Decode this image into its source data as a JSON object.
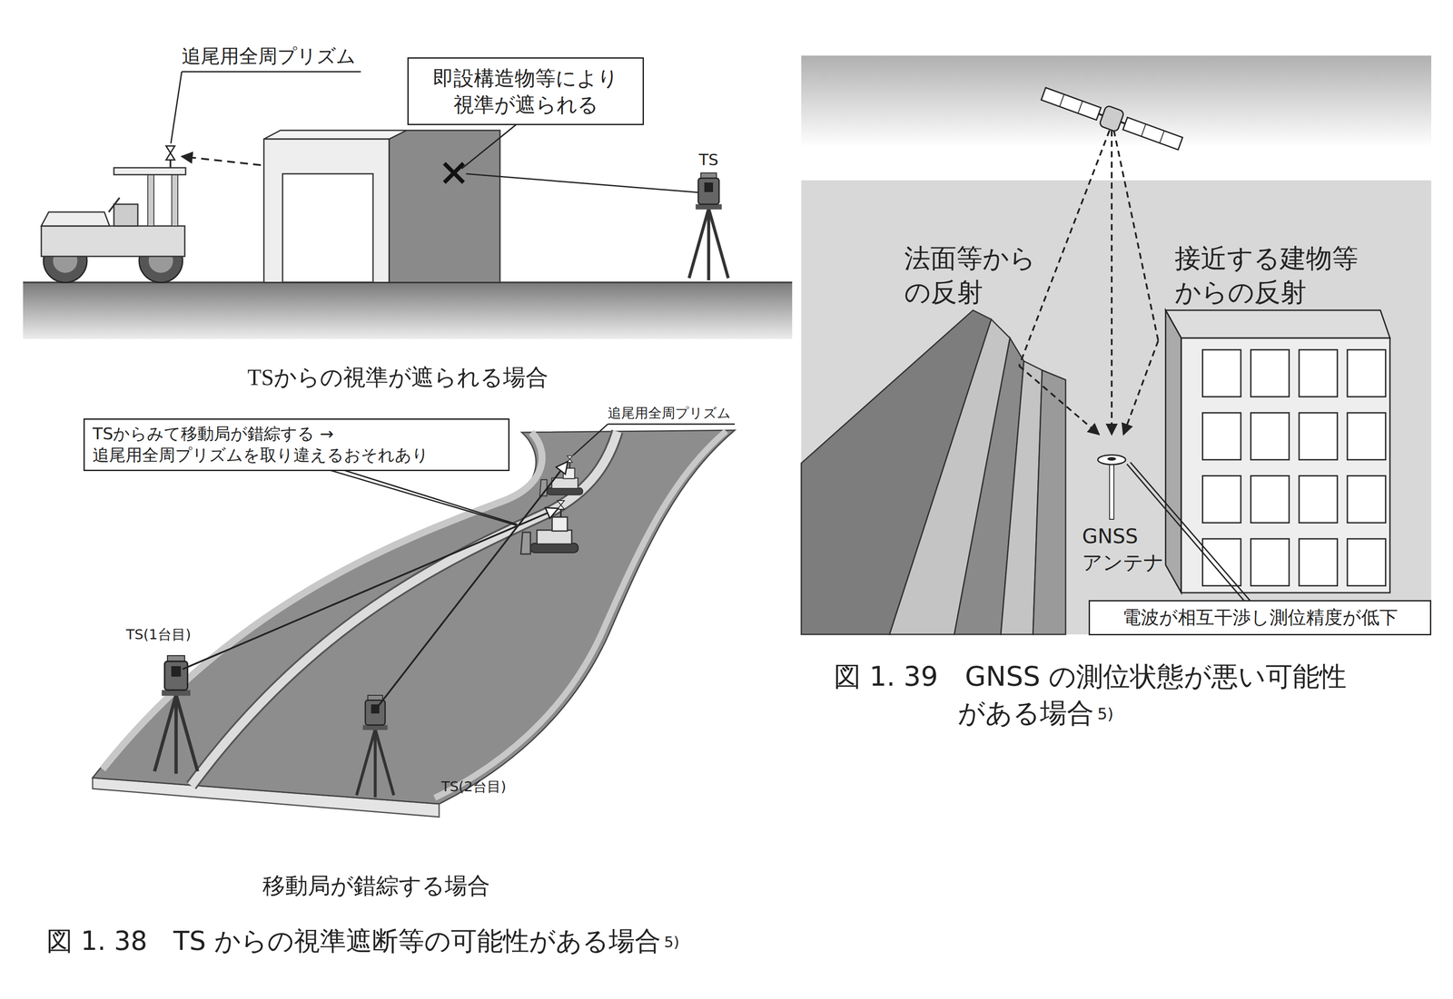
{
  "diagram": {
    "nodes": [
      {
        "text": [
          "即設構造物等により 視準が遮られる"
        ]
      },
      {
        "text": [
          "TSからみて移動局が錯綜する →追尾用全周プリズムを取り違えるおそれあり"
        ]
      },
      {
        "text": [
          "電波が相互干渉し測位精度が低下"
        ]
      }
    ],
    "labels": [
      "追尾用全周プリズム",
      "TS",
      "TSからの視準が遮られる場合",
      "追尾用全周プリズム",
      "TS(1台目)",
      "TS(2台目)",
      "移動局が錯綜する場合",
      "図 1. 38　TS からの視準遮断等の可能性がある場合",
      "5)",
      "法面等から の反射",
      "接近する建物等 からの反射",
      "GNSS アンテナ",
      "図 1. 39　GNSS の測位状態が悪い可能性 がある場合",
      "5)"
    ]
  }
}
